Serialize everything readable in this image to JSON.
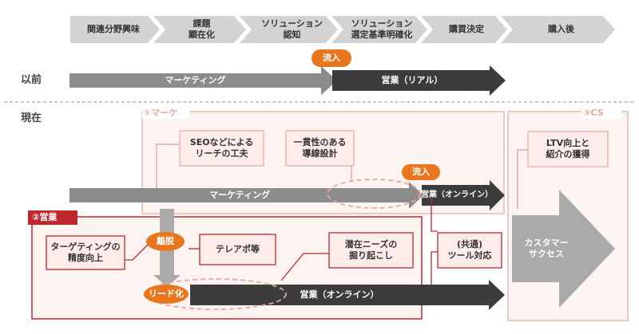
{
  "stages": [
    "関連分野興味",
    "課題\n顕在化",
    "ソリューション\n認知",
    "ソリューション\n選定基準明確化",
    "購買決定",
    "購入後"
  ],
  "rows": {
    "before": "以前",
    "now": "現在"
  },
  "before": {
    "marketing": "マーケティング",
    "sales": "営業（リアル）",
    "inflow": "流入"
  },
  "sections": {
    "marketing": "①マーケ",
    "sales": "②営業",
    "cs": "③CS"
  },
  "marketing_section": {
    "box1": "SEOなどによる\nリーチの工夫",
    "box2": "一貫性のある\n導線設計",
    "arrow": "マーケティング",
    "inflow": "流入",
    "sales_online": "営業（オンライン）"
  },
  "cs_section": {
    "box": "LTV向上と\n紹介の獲得",
    "arrow": "カスタマー\nサクセス"
  },
  "sales_section": {
    "box1": "ターゲティングの\n精度向上",
    "box2": "テレアポ等",
    "box3": "潜在ニーズの\n掘り起こし",
    "shared": "(共通)\nツール対応",
    "drop": "離脱",
    "lead": "リード化",
    "arrow": "営業（オンライン）"
  },
  "colors": {
    "accent": "#e8761e",
    "red": "#c0272d",
    "pink_line": "#e6a8a3",
    "dark": "#3c3c3c",
    "gray": "#8c8c8c",
    "light_gray": "#d3d3d3"
  }
}
